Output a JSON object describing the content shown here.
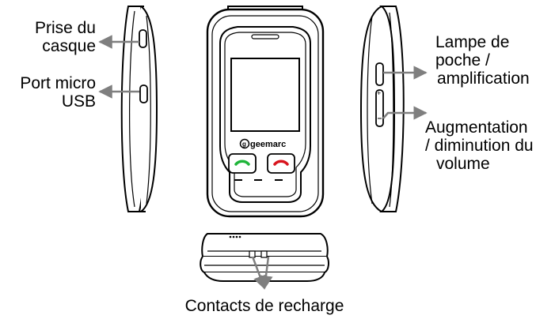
{
  "labels": {
    "headphone": [
      "Prise du",
      "casque"
    ],
    "usb": [
      "Port micro",
      "USB"
    ],
    "flashlight": [
      "Lampe de",
      "poche /",
      "amplification"
    ],
    "volume": [
      "Augmentation",
      "/ diminution du",
      "volume"
    ],
    "charging": "Contacts de recharge"
  },
  "phone_brand": "geemarc",
  "icons": {
    "call_button": "green-handset-icon",
    "end_button": "red-handset-icon"
  },
  "colors": {
    "outline": "#000000",
    "arrow": "#7f7f7f",
    "call_green": "#1fb53a",
    "end_red": "#d8141d"
  }
}
